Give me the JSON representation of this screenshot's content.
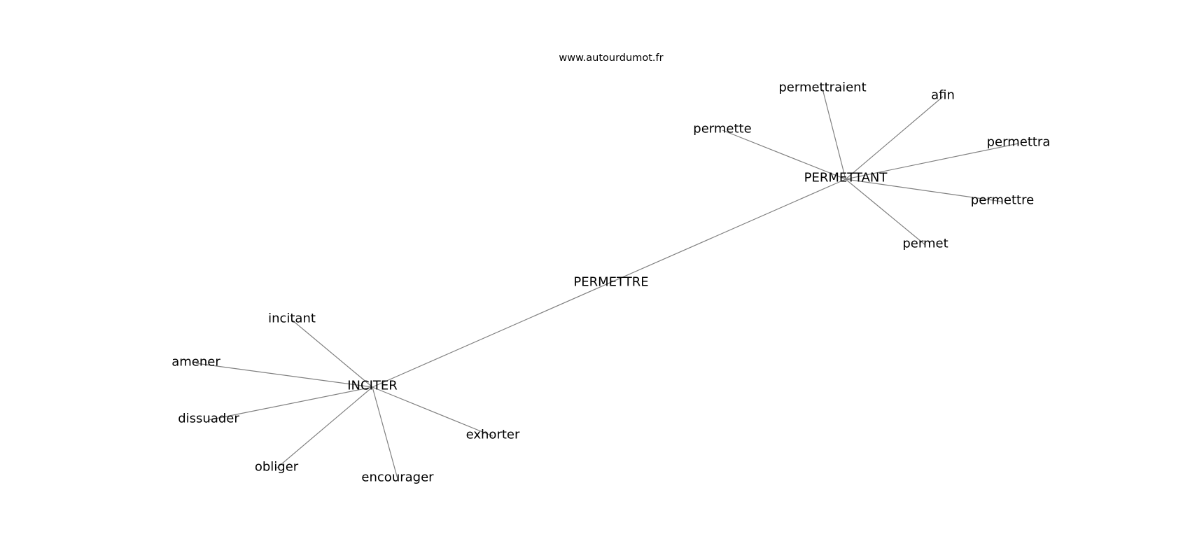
{
  "title": "www.autourdumot.fr",
  "graph": {
    "nodes": [
      {
        "id": "PERMETTRE",
        "label": "PERMETTRE"
      },
      {
        "id": "PERMETTANT",
        "label": "PERMETTANT"
      },
      {
        "id": "INCITER",
        "label": "INCITER"
      },
      {
        "id": "permettraient",
        "label": "permettraient"
      },
      {
        "id": "afin",
        "label": "afin"
      },
      {
        "id": "permette",
        "label": "permette"
      },
      {
        "id": "permettra",
        "label": "permettra"
      },
      {
        "id": "permettre",
        "label": "permettre"
      },
      {
        "id": "permet",
        "label": "permet"
      },
      {
        "id": "incitant",
        "label": "incitant"
      },
      {
        "id": "amener",
        "label": "amener"
      },
      {
        "id": "dissuader",
        "label": "dissuader"
      },
      {
        "id": "obliger",
        "label": "obliger"
      },
      {
        "id": "encourager",
        "label": "encourager"
      },
      {
        "id": "exhorter",
        "label": "exhorter"
      }
    ],
    "edges": [
      [
        "PERMETTANT",
        "INCITER"
      ],
      [
        "PERMETTANT",
        "permettraient"
      ],
      [
        "PERMETTANT",
        "afin"
      ],
      [
        "PERMETTANT",
        "permette"
      ],
      [
        "PERMETTANT",
        "permettra"
      ],
      [
        "PERMETTANT",
        "permettre"
      ],
      [
        "PERMETTANT",
        "permet"
      ],
      [
        "INCITER",
        "incitant"
      ],
      [
        "INCITER",
        "amener"
      ],
      [
        "INCITER",
        "dissuader"
      ],
      [
        "INCITER",
        "obliger"
      ],
      [
        "INCITER",
        "encourager"
      ],
      [
        "INCITER",
        "exhorter"
      ]
    ]
  }
}
